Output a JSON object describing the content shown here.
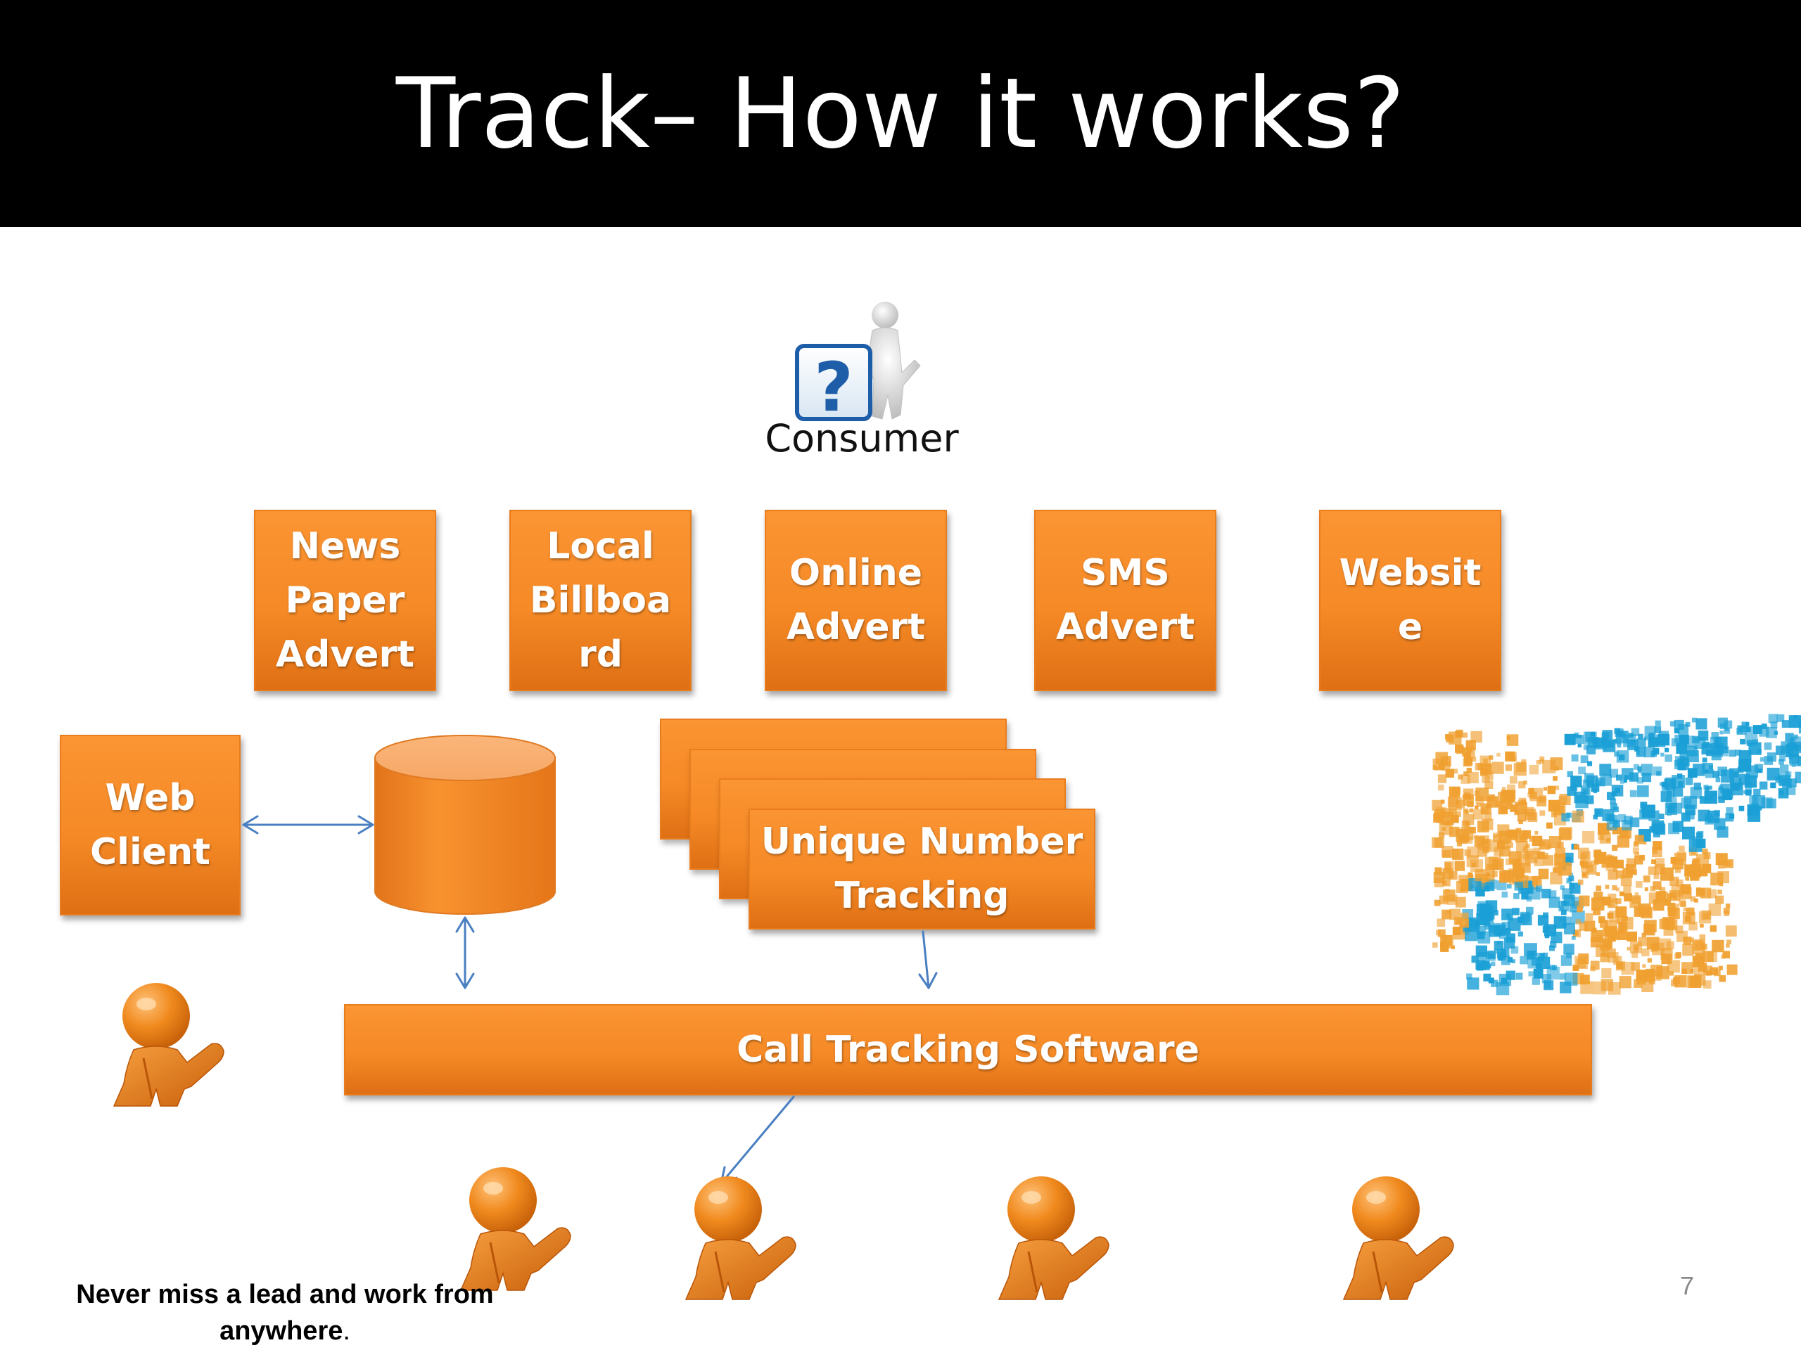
{
  "slide": {
    "title": "Track– How it works?",
    "page_number": "7"
  },
  "consumer": {
    "label": "Consumer",
    "icon": "question-mark-figure-icon",
    "mark": "?"
  },
  "channels": [
    {
      "label": "News\nPaper\nAdvert"
    },
    {
      "label": "Local\nBillboa\nrd"
    },
    {
      "label": "Online\nAdvert"
    },
    {
      "label": "SMS\nAdvert"
    },
    {
      "label": "Websit\ne"
    }
  ],
  "web_client": {
    "label": "Web\nClient"
  },
  "database": {
    "icon": "database-cylinder-icon"
  },
  "unique_number": {
    "label": "Unique Number\nTracking"
  },
  "call_tracking": {
    "label": "Call Tracking Software"
  },
  "footer": {
    "text_main": "Never miss a lead and work from\nanywhere",
    "text_end": "."
  },
  "colors": {
    "header_bg": "#000000",
    "box_orange": "#f58a26",
    "arrow_blue": "#4a7fc1",
    "mosaic_blue": "#1a9fd6",
    "mosaic_orange": "#f0a030"
  },
  "icons": [
    "person-icon",
    "handshake-mosaic-icon",
    "database-cylinder-icon",
    "question-mark-figure-icon"
  ]
}
